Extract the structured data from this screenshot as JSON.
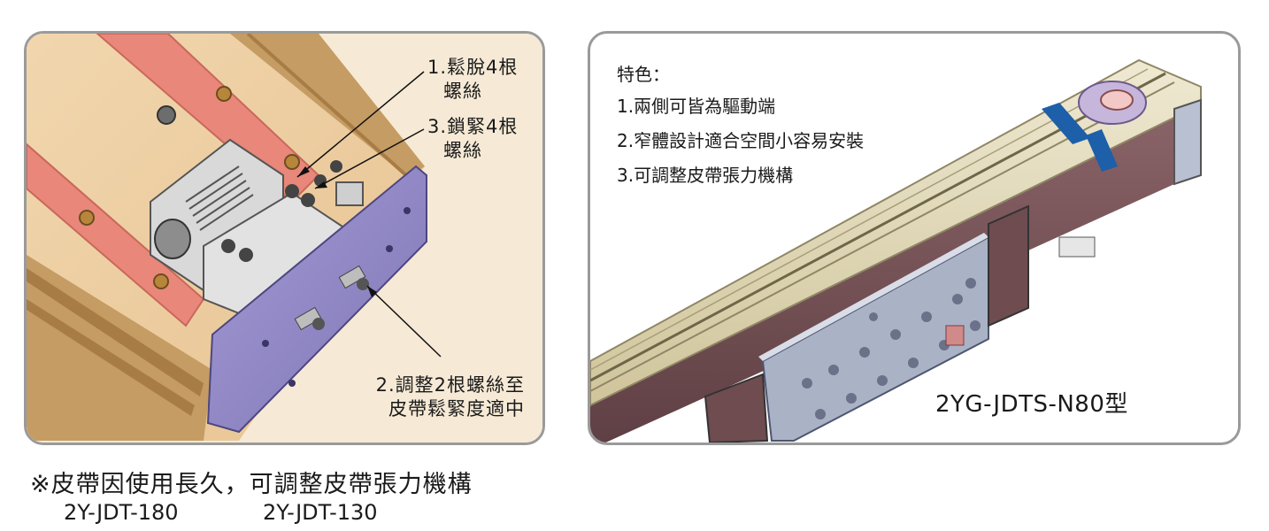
{
  "left_panel": {
    "annotations": [
      {
        "line1": "1.鬆脫4根",
        "line2": "螺絲"
      },
      {
        "line1": "3.鎖緊4根",
        "line2": "螺絲"
      },
      {
        "line1": "2.調整2根螺絲至",
        "line2": "皮帶鬆緊度適中"
      }
    ]
  },
  "right_panel": {
    "features_title": "特色：",
    "features": [
      "1.兩側可皆為驅動端",
      "2.窄體設計適合空間小容易安裝",
      "3.可調整皮帶張力機構"
    ],
    "model_name": "2YG-JDTS-N80型"
  },
  "caption": {
    "text": "※皮帶因使用長久，可調整皮帶張力機構",
    "models": [
      "2Y-JDT-180",
      "2Y-JDT-130"
    ]
  },
  "colors": {
    "panel_border": "#9a9a9a",
    "rail_red": "#e8877a",
    "plate_purple": "#8f86c4",
    "plate_gray": "#aab2c6",
    "track_beige": "#ddd4b2",
    "belt_blue": "#1d5fa8"
  }
}
